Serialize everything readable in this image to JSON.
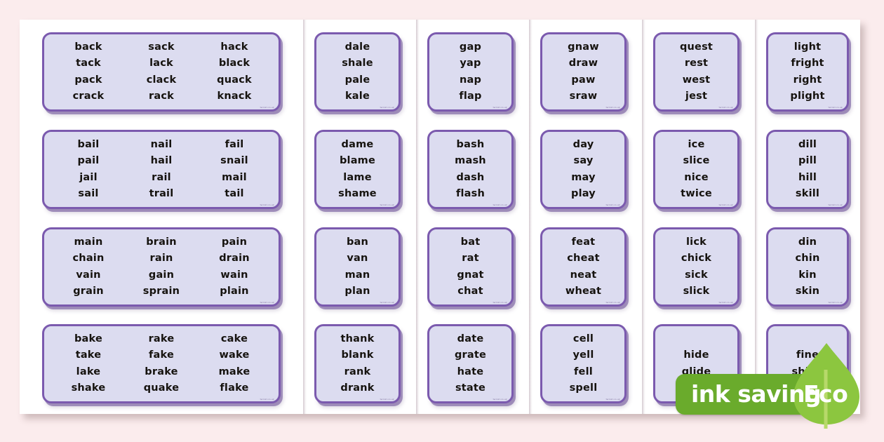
{
  "page": {
    "background_color": "#fbeced",
    "sheet_color": "#ffffff",
    "card_border_color": "#7b5aae",
    "card_fill_color": "#dcdcf0",
    "word_color": "#16130f"
  },
  "watermark": {
    "ink_label": "ink saving",
    "eco_label": "Eco",
    "pill_color": "#6aab2c",
    "leaf_color": "#8cc63f"
  },
  "card_tick": "twinkl.co.uk",
  "columns": [
    {
      "name": "column-1",
      "layout": "wide",
      "cards": [
        {
          "name": "card-ack",
          "groups": [
            [
              "back",
              "tack",
              "pack",
              "crack"
            ],
            [
              "sack",
              "lack",
              "clack",
              "rack"
            ],
            [
              "hack",
              "black",
              "quack",
              "knack"
            ]
          ]
        },
        {
          "name": "card-ail",
          "groups": [
            [
              "bail",
              "pail",
              "jail",
              "sail"
            ],
            [
              "nail",
              "hail",
              "rail",
              "trail"
            ],
            [
              "fail",
              "snail",
              "mail",
              "tail"
            ]
          ]
        },
        {
          "name": "card-ain",
          "groups": [
            [
              "main",
              "chain",
              "vain",
              "grain"
            ],
            [
              "brain",
              "rain",
              "gain",
              "sprain"
            ],
            [
              "pain",
              "drain",
              "wain",
              "plain"
            ]
          ]
        },
        {
          "name": "card-ake",
          "groups": [
            [
              "bake",
              "take",
              "lake",
              "shake"
            ],
            [
              "rake",
              "fake",
              "brake",
              "quake"
            ],
            [
              "cake",
              "wake",
              "make",
              "flake"
            ]
          ]
        }
      ]
    },
    {
      "name": "column-2",
      "layout": "narrow",
      "cards": [
        {
          "name": "card-ale",
          "groups": [
            [
              "dale",
              "shale",
              "pale",
              "kale"
            ]
          ]
        },
        {
          "name": "card-ame",
          "groups": [
            [
              "dame",
              "blame",
              "lame",
              "shame"
            ]
          ]
        },
        {
          "name": "card-an",
          "groups": [
            [
              "ban",
              "van",
              "man",
              "plan"
            ]
          ]
        },
        {
          "name": "card-ank",
          "groups": [
            [
              "thank",
              "blank",
              "rank",
              "drank"
            ]
          ]
        }
      ]
    },
    {
      "name": "column-3",
      "layout": "narrow",
      "cards": [
        {
          "name": "card-ap",
          "groups": [
            [
              "gap",
              "yap",
              "nap",
              "flap"
            ]
          ]
        },
        {
          "name": "card-ash",
          "groups": [
            [
              "bash",
              "mash",
              "dash",
              "flash"
            ]
          ]
        },
        {
          "name": "card-at",
          "groups": [
            [
              "bat",
              "rat",
              "gnat",
              "chat"
            ]
          ]
        },
        {
          "name": "card-ate",
          "groups": [
            [
              "date",
              "grate",
              "hate",
              "state"
            ]
          ]
        }
      ]
    },
    {
      "name": "column-4",
      "layout": "narrow",
      "cards": [
        {
          "name": "card-aw",
          "groups": [
            [
              "gnaw",
              "draw",
              "paw",
              "sraw"
            ]
          ]
        },
        {
          "name": "card-ay",
          "groups": [
            [
              "day",
              "say",
              "may",
              "play"
            ]
          ]
        },
        {
          "name": "card-eat",
          "groups": [
            [
              "feat",
              "cheat",
              "neat",
              "wheat"
            ]
          ]
        },
        {
          "name": "card-ell",
          "groups": [
            [
              "cell",
              "yell",
              "fell",
              "spell"
            ]
          ]
        }
      ]
    },
    {
      "name": "column-5",
      "layout": "narrow",
      "cards": [
        {
          "name": "card-est",
          "groups": [
            [
              "quest",
              "rest",
              "west",
              "jest"
            ]
          ]
        },
        {
          "name": "card-ice",
          "groups": [
            [
              "ice",
              "slice",
              "nice",
              "twice"
            ]
          ]
        },
        {
          "name": "card-ick",
          "groups": [
            [
              "lick",
              "chick",
              "sick",
              "slick"
            ]
          ]
        },
        {
          "name": "card-ide",
          "groups": [
            [
              "hide",
              "glide",
              "",
              ""
            ]
          ]
        }
      ]
    },
    {
      "name": "column-6",
      "layout": "narrow",
      "cards": [
        {
          "name": "card-ight",
          "groups": [
            [
              "light",
              "fright",
              "right",
              "plight"
            ]
          ]
        },
        {
          "name": "card-ill",
          "groups": [
            [
              "dill",
              "pill",
              "hill",
              "skill"
            ]
          ]
        },
        {
          "name": "card-in",
          "groups": [
            [
              "din",
              "chin",
              "kin",
              "skin"
            ]
          ]
        },
        {
          "name": "card-ine",
          "groups": [
            [
              "fine",
              "shine",
              "",
              ""
            ]
          ]
        }
      ]
    }
  ]
}
